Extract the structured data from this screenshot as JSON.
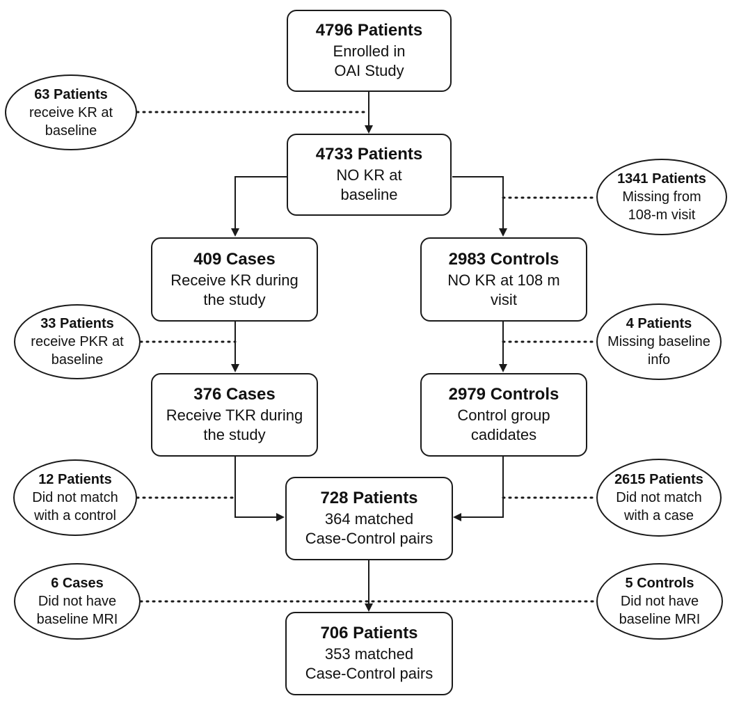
{
  "boxes": {
    "enrolled": {
      "title": "4796 Patients",
      "lines": [
        "Enrolled in",
        "OAI Study"
      ]
    },
    "no_kr_baseline": {
      "title": "4733 Patients",
      "lines": [
        "NO KR at",
        "baseline"
      ]
    },
    "cases_409": {
      "title": "409 Cases",
      "lines": [
        "Receive KR during",
        "the study"
      ]
    },
    "controls_2983": {
      "title": "2983 Controls",
      "lines": [
        "NO KR at 108 m",
        "visit"
      ]
    },
    "cases_376": {
      "title": "376 Cases",
      "lines": [
        "Receive TKR during",
        "the study"
      ]
    },
    "controls_2979": {
      "title": "2979 Controls",
      "lines": [
        "Control group",
        "cadidates"
      ]
    },
    "matched_728": {
      "title": "728 Patients",
      "lines": [
        "364 matched",
        "Case-Control pairs"
      ]
    },
    "matched_706": {
      "title": "706 Patients",
      "lines": [
        "353 matched",
        "Case-Control pairs"
      ]
    }
  },
  "exclusions": {
    "kr_baseline_63": {
      "title": "63 Patients",
      "lines": [
        "receive KR at",
        "baseline"
      ]
    },
    "missing_108m_1341": {
      "title": "1341 Patients",
      "lines": [
        "Missing from",
        "108-m visit"
      ]
    },
    "pkr_baseline_33": {
      "title": "33 Patients",
      "lines": [
        "receive PKR at",
        "baseline"
      ]
    },
    "missing_info_4": {
      "title": "4 Patients",
      "lines": [
        "Missing baseline",
        "info"
      ]
    },
    "no_match_12": {
      "title": "12 Patients",
      "lines": [
        "Did not match",
        "with a control"
      ]
    },
    "no_match_2615": {
      "title": "2615 Patients",
      "lines": [
        "Did not match",
        "with a case"
      ]
    },
    "no_mri_cases_6": {
      "title": "6 Cases",
      "lines": [
        "Did not have",
        "baseline MRI"
      ]
    },
    "no_mri_controls_5": {
      "title": "5 Controls",
      "lines": [
        "Did not have",
        "baseline MRI"
      ]
    }
  }
}
